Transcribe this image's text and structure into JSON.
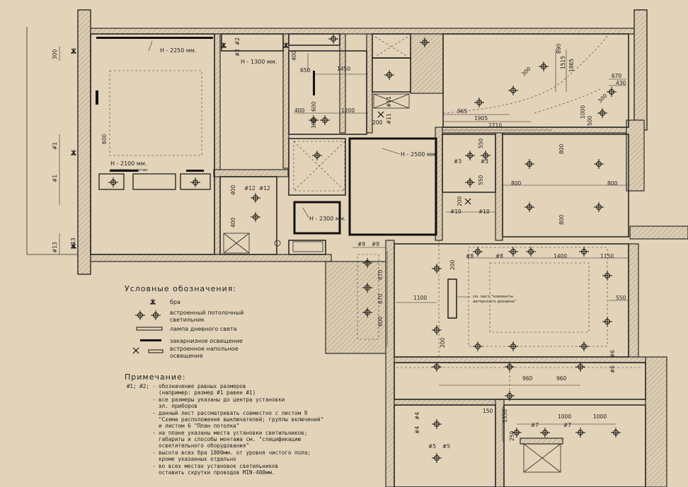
{
  "legend": {
    "title": "Условные обозначения:",
    "items": [
      {
        "icon": "sconce-icon",
        "label": "бра"
      },
      {
        "icon": "recessed-ceiling-light-icon",
        "label": "встроенный потолочный светильник"
      },
      {
        "icon": "fluorescent-lamp-icon",
        "label": "лампа дневного света"
      },
      {
        "icon": "cornice-light-icon",
        "label": "закарнизное освещение"
      },
      {
        "icon": "floor-light-icon",
        "label": "встроенное напольное освещение"
      }
    ]
  },
  "notes": {
    "title": "Примечание:",
    "items": [
      {
        "marker": "#1; #2; -",
        "lines": [
          "обозначение равных размеров",
          "(например: размер #1 равен #1)"
        ]
      },
      {
        "marker": "-",
        "lines": [
          "все размеры указаны до центра установки",
          "эл. приборов"
        ]
      },
      {
        "marker": "-",
        "lines": [
          "данный лист рассматривать совместно с листом 9",
          "\"Схема расположения выключателей; группы включений\"",
          "и листом 6 \"План потолка\""
        ]
      },
      {
        "marker": "-",
        "lines": [
          "на плане указаны места установки светильников;",
          "габариты и способы монтажа см. \"спецификацию",
          "осветительного оборудования\""
        ]
      },
      {
        "marker": "-",
        "lines": [
          "высота всех бра 1800мм. от уровня чистого пола;",
          "кроме указанных отдельно"
        ]
      },
      {
        "marker": "-",
        "lines": [
          "во всех местах установок светильников",
          "оставить скрутки проводов MIN-400мм."
        ]
      }
    ]
  },
  "labels": {
    "h2250": "Н - 2250 мм.",
    "h1300": "Н - 1300 мм.",
    "h2100": "Н - 2100 мм.",
    "h2100_sub": "подсветка картин",
    "h2500": "Н - 2500 мм.",
    "h2300": "Н - 2300 мм.",
    "design_ref_1": "см. лист \"элементы",
    "design_ref_2": "авторского дизайна\""
  },
  "dimensions": {
    "d300": "300",
    "d600": "600",
    "d400": "400",
    "d650": "650",
    "d1450": "1450",
    "d1200": "1200",
    "d200": "200",
    "d965": "965",
    "d1905": "1905",
    "d2710": "2710",
    "d890": "890",
    "d1515": "1515",
    "d1865": "1865",
    "d670": "670",
    "d430": "430",
    "d1000": "1000",
    "d500": "500",
    "d550": "550",
    "d800": "800",
    "d1400": "1400",
    "d1150": "1150",
    "d1100": "1100",
    "d960": "960",
    "d150": "150",
    "d1350": "1350",
    "d250": "250"
  },
  "marks": {
    "m1": "#1",
    "m2": "#2",
    "m3": "#3",
    "m4": "#4",
    "m5": "#5",
    "m6": "#6",
    "m7": "#7",
    "m8": "#8",
    "m9": "#9",
    "m10": "#10",
    "m11": "#11",
    "m12": "#12",
    "m13": "#13"
  }
}
